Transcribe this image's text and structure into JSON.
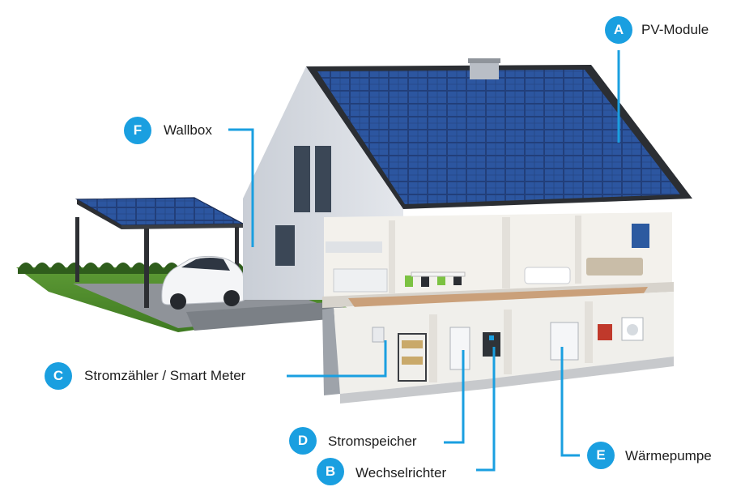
{
  "accent_color": "#1a9fe0",
  "callouts": {
    "a": {
      "letter": "A",
      "label": "PV-Module"
    },
    "b": {
      "letter": "B",
      "label": "Wechselrichter"
    },
    "c": {
      "letter": "C",
      "label": "Stromzähler / Smart Meter"
    },
    "d": {
      "letter": "D",
      "label": "Stromspeicher"
    },
    "e": {
      "letter": "E",
      "label": "Wärmepumpe"
    },
    "f": {
      "letter": "F",
      "label": "Wallbox"
    }
  }
}
